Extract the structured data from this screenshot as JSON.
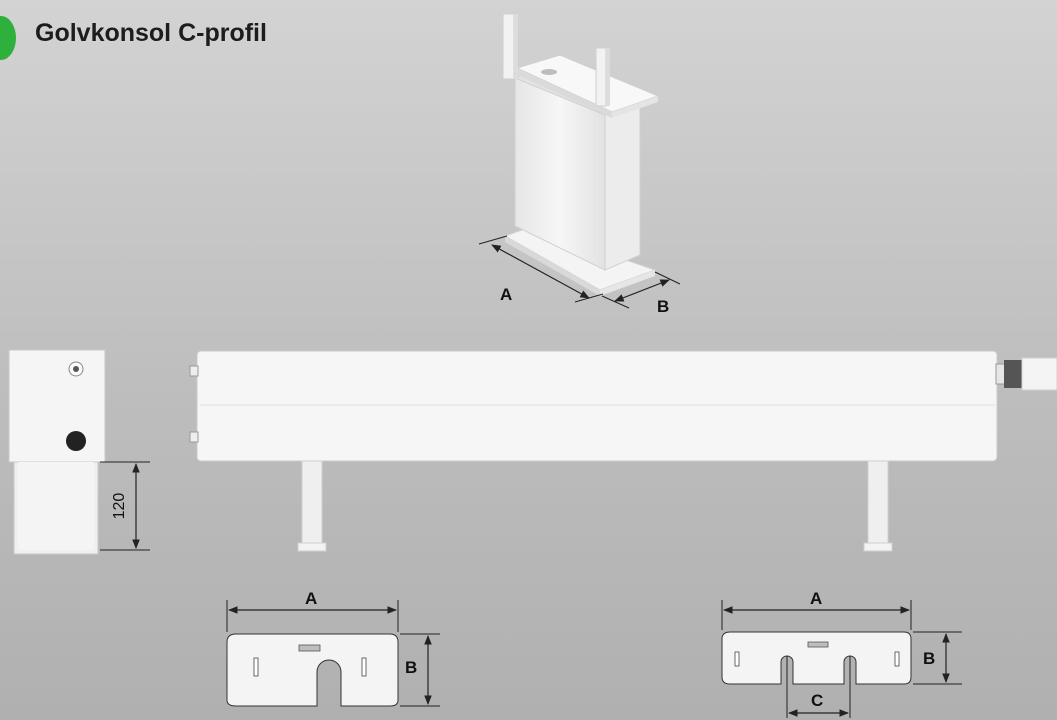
{
  "header": {
    "title": "Golvkonsol C-profil"
  },
  "colors": {
    "badge": "#2db13c",
    "metal": "#f4f4f4",
    "background": "#c6c6c6"
  },
  "perspective_view": {
    "dim_a": "A",
    "dim_b": "B"
  },
  "side_view": {
    "height_label": "120"
  },
  "plate_narrow": {
    "dim_a": "A",
    "dim_b": "B"
  },
  "plate_wide": {
    "dim_a": "A",
    "dim_b": "B",
    "dim_c": "C"
  }
}
